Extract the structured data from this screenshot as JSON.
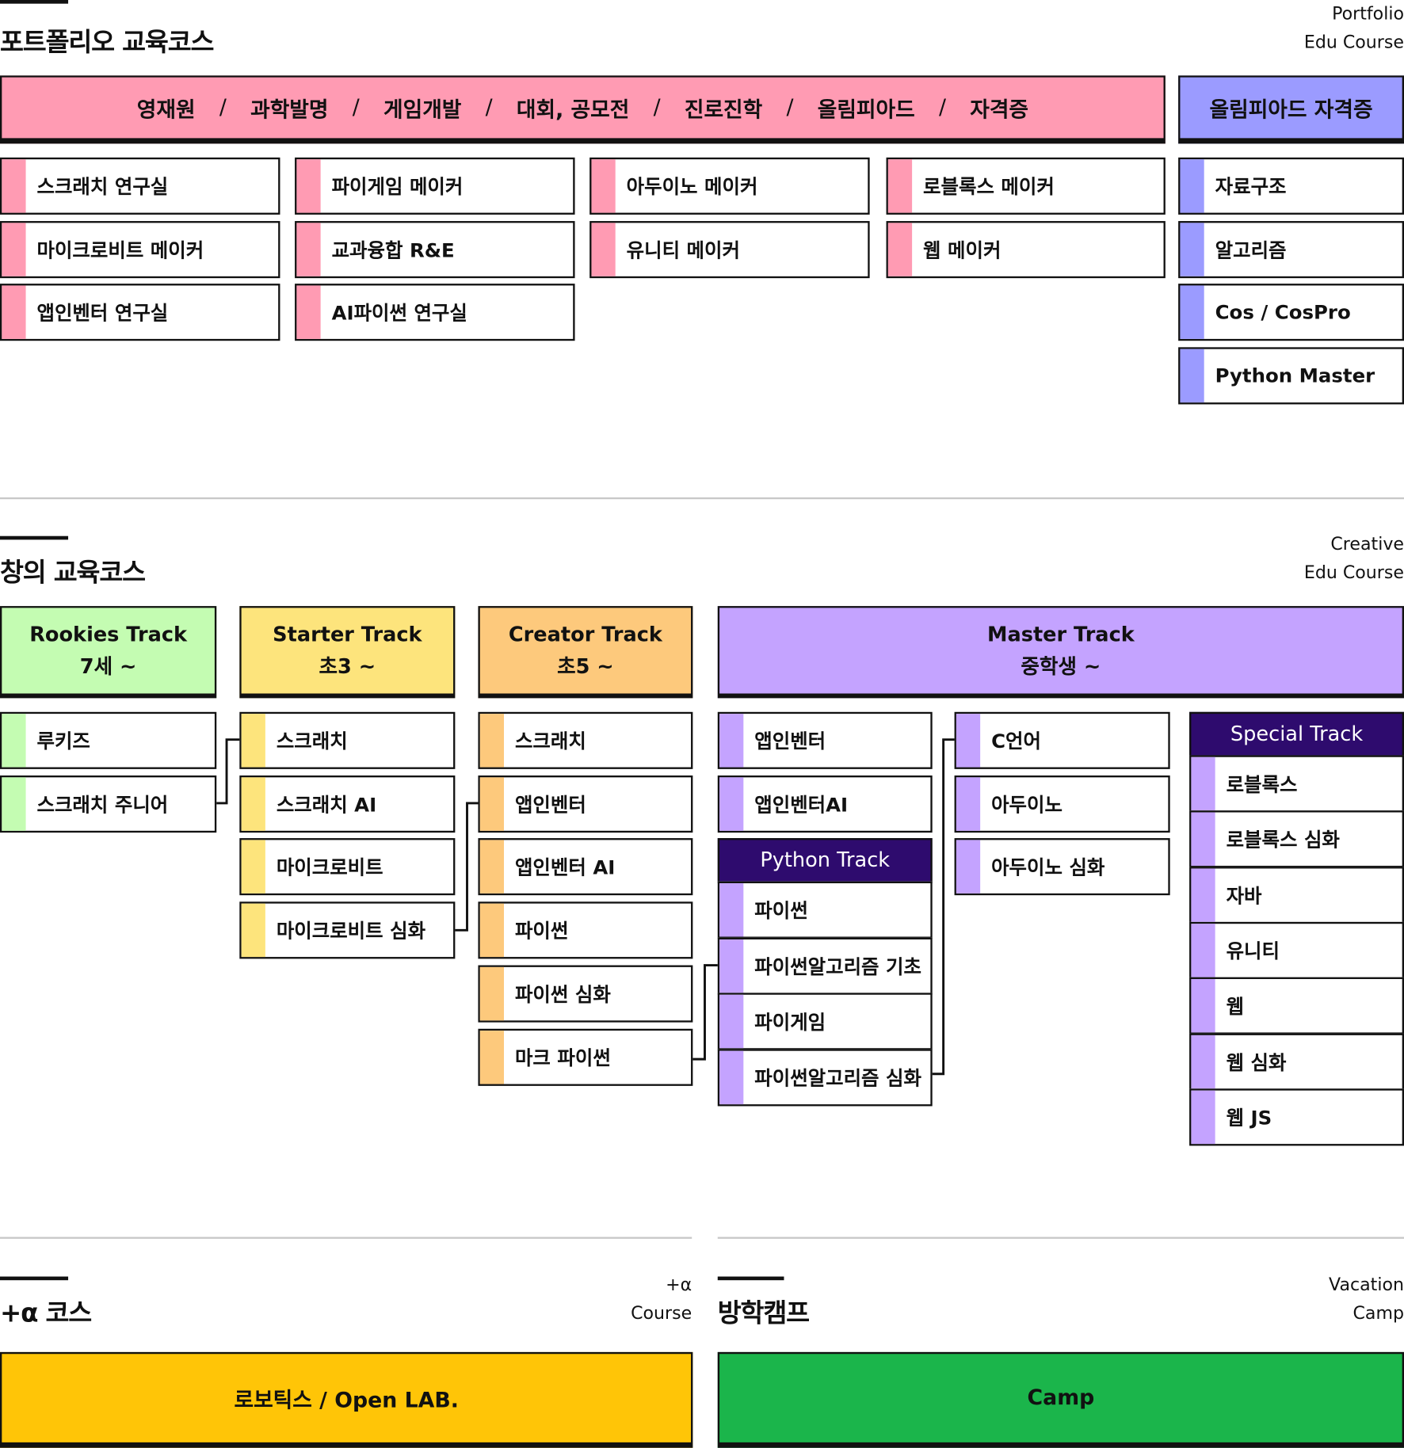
{
  "colors": {
    "pink": "#ff9bb3",
    "blue": "#9b9bff",
    "green": "#c4fcb2",
    "yellow": "#fde47c",
    "orange": "#fdc97c",
    "purple": "#c4a3ff",
    "dark_purple": "#2e0b6e",
    "gold": "#ffc507",
    "camp_green": "#1bb54b"
  },
  "portfolio": {
    "title": "포트폴리오 교육코스",
    "subtitle_en": [
      "Portfolio",
      "Edu Course"
    ],
    "banner_items": [
      "영재원",
      "과학발명",
      "게임개발",
      "대회, 공모전",
      "진로진학",
      "올림피아드",
      "자격증"
    ],
    "separator": "/",
    "olympiad_banner": "올림피아드 자격증",
    "courses": [
      [
        "스크래치 연구실",
        "마이크로비트 메이커",
        "앱인벤터 연구실"
      ],
      [
        "파이게임 메이커",
        "교과융합 R&E",
        "AI파이썬 연구실"
      ],
      [
        "아두이노 메이커",
        "유니티 메이커"
      ],
      [
        "로블록스 메이커",
        "웹 메이커"
      ]
    ],
    "olympiad_courses": [
      "자료구조",
      "알고리즘",
      "Cos / CosPro",
      "Python Master"
    ]
  },
  "creative": {
    "title": "창의 교육코스",
    "subtitle_en": [
      "Creative",
      "Edu Course"
    ],
    "tracks": [
      {
        "name": "Rookies Track",
        "age": "7세 ~",
        "items": [
          "루키즈",
          "스크래치 주니어"
        ]
      },
      {
        "name": "Starter Track",
        "age": "초3 ~",
        "items": [
          "스크래치",
          "스크래치 AI",
          "마이크로비트",
          "마이크로비트 심화"
        ]
      },
      {
        "name": "Creator Track",
        "age": "초5 ~",
        "items": [
          "스크래치",
          "앱인벤터",
          "앱인벤터 AI",
          "파이썬",
          "파이썬 심화",
          "마크 파이썬"
        ]
      },
      {
        "name": "Master Track",
        "age": "중학생 ~",
        "items": [
          "앱인벤터",
          "앱인벤터AI"
        ]
      }
    ],
    "python_track": {
      "name": "Python Track",
      "items": [
        "파이썬",
        "파이썬알고리즘 기초",
        "파이게임",
        "파이썬알고리즘 심화"
      ]
    },
    "master_col2": [
      "C언어",
      "아두이노",
      "아두이노 심화"
    ],
    "special_track": {
      "name": "Special Track",
      "items": [
        "로블록스",
        "로블록스 심화",
        "자바",
        "유니티",
        "웹",
        "웹 심화",
        "웹 JS"
      ]
    }
  },
  "plus": {
    "title": "+α 코스",
    "subtitle_en": [
      "+α",
      "Course"
    ],
    "banner": "로보틱스 / Open LAB."
  },
  "camp": {
    "title": "방학캠프",
    "subtitle_en": [
      "Vacation",
      "Camp"
    ],
    "banner": "Camp"
  }
}
